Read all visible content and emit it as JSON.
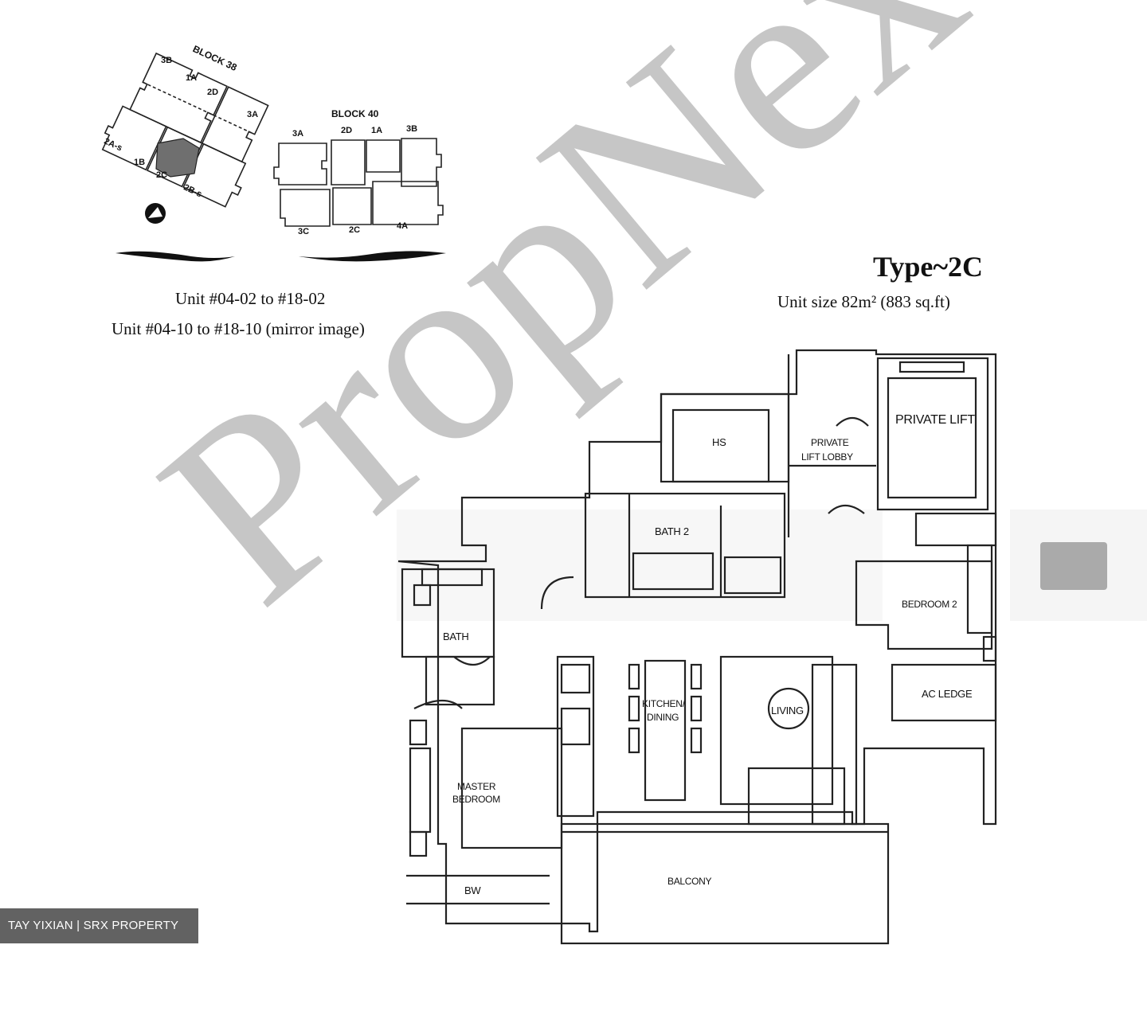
{
  "key_plan": {
    "block38": {
      "title": "BLOCK 38",
      "units": [
        "3B",
        "1A",
        "2D",
        "3A",
        "2A-s",
        "1B",
        "2C",
        "2B-s"
      ]
    },
    "block40": {
      "title": "BLOCK 40",
      "units_top": [
        "3A",
        "2D",
        "1A",
        "3B"
      ],
      "units_bottom": [
        "3C",
        "2C",
        "4A"
      ]
    },
    "unit_lines": [
      "Unit  #04-02 to #18-02",
      "Unit  #04-10 to #18-10 (mirror image)"
    ]
  },
  "unit_type": {
    "title": "Type~2C",
    "size": "Unit size  82m² (883 sq.ft)"
  },
  "rooms": {
    "private_lift": "PRIVATE LIFT",
    "private_lift_lobby_1": "PRIVATE",
    "private_lift_lobby_2": "LIFT LOBBY",
    "hs": "HS",
    "bath2": "BATH 2",
    "bedroom2": "BEDROOM 2",
    "bath": "BATH",
    "kitchen_1": "KITCHEN/",
    "kitchen_2": "DINING",
    "living": "LIVING",
    "ac_ledge": "AC LEDGE",
    "master_1": "MASTER",
    "master_2": "BEDROOM",
    "bw": "BW",
    "balcony": "BALCONY"
  },
  "watermark": "PropNex",
  "credit": "TAY YIXIAN | SRX PROPERTY",
  "colors": {
    "line": "#222222",
    "highlight_unit": "#6f6f6f",
    "watermark": "#787878"
  }
}
